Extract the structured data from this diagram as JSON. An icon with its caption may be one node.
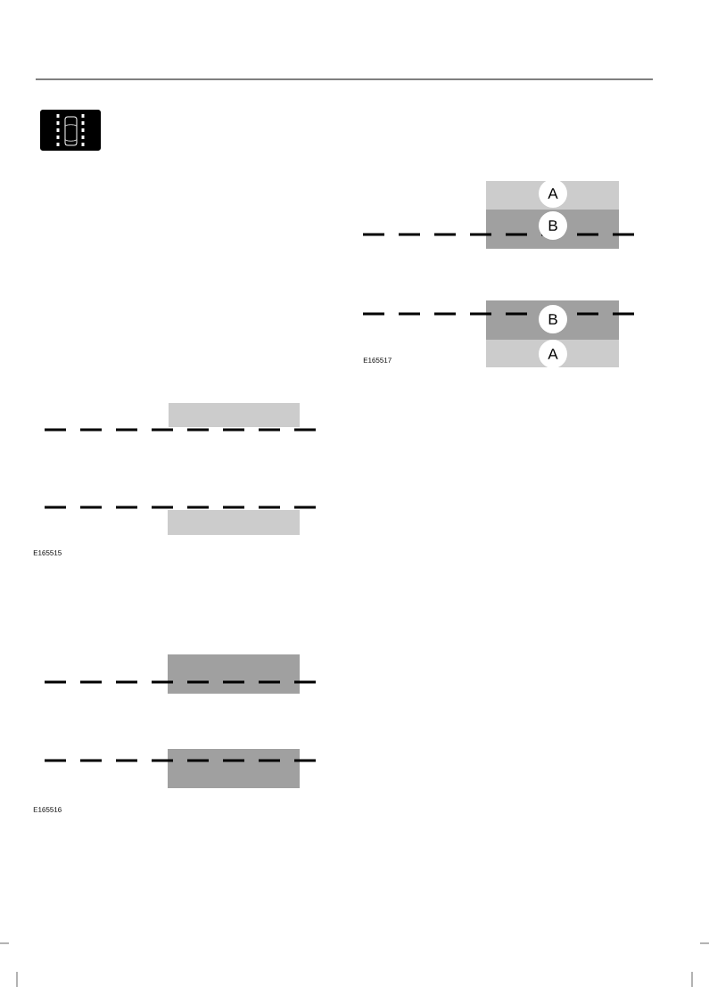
{
  "diagram": {
    "nodes": [
      {
        "text": [
          "A"
        ]
      },
      {
        "text": [
          "B"
        ]
      },
      {
        "text": [
          "B"
        ]
      },
      {
        "text": [
          "A"
        ]
      }
    ],
    "labels": [
      "E165515",
      "E165516",
      "E165517"
    ]
  }
}
